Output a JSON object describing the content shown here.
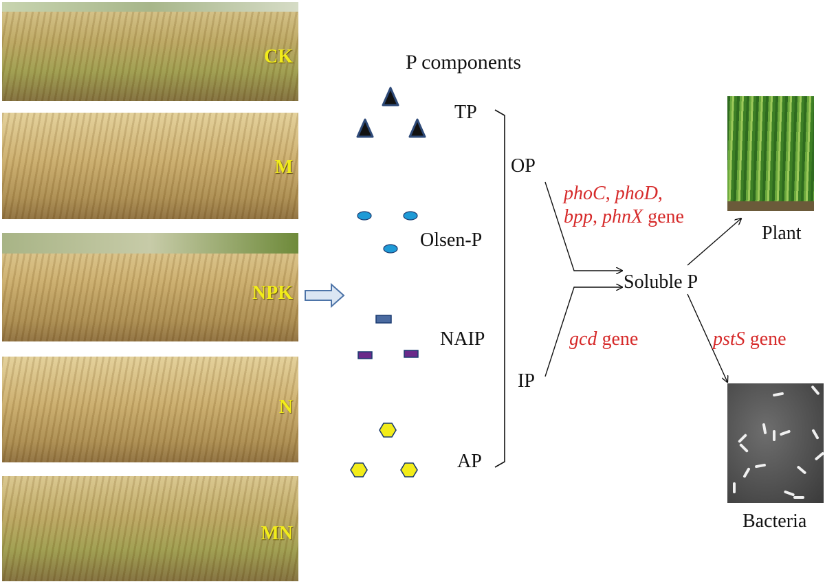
{
  "panels": [
    {
      "label": "CK"
    },
    {
      "label": "M"
    },
    {
      "label": "NPK"
    },
    {
      "label": "N"
    },
    {
      "label": "MN"
    }
  ],
  "title": "P components",
  "components": {
    "tp": "TP",
    "olsen": "Olsen-P",
    "naip": "NAIP",
    "ap": "AP"
  },
  "fractions": {
    "op": "OP",
    "ip": "IP"
  },
  "genes": {
    "phoc": "phoC",
    "phod": "phoD",
    "bpp": "bpp",
    "phnx": "phnX",
    "gene_word": "gene",
    "gcd": "gcd",
    "psts": "pstS",
    "sep": ","
  },
  "soluble": "Soluble P",
  "outputs": {
    "plant": "Plant",
    "bacteria": "Bacteria"
  },
  "colors": {
    "gene_text": "#d62a2a",
    "panel_label": "#f2ec1a",
    "triangle": "#2e4a78",
    "ellipse": "#1e9ad6",
    "rect_blue": "#4a6aa0",
    "rect_purple": "#6a2a8a",
    "hexagon": "#f2ec1a"
  },
  "icons": [
    "triangle-icon",
    "ellipse-icon",
    "rectangle-icon",
    "hexagon-icon",
    "block-arrow-icon"
  ]
}
